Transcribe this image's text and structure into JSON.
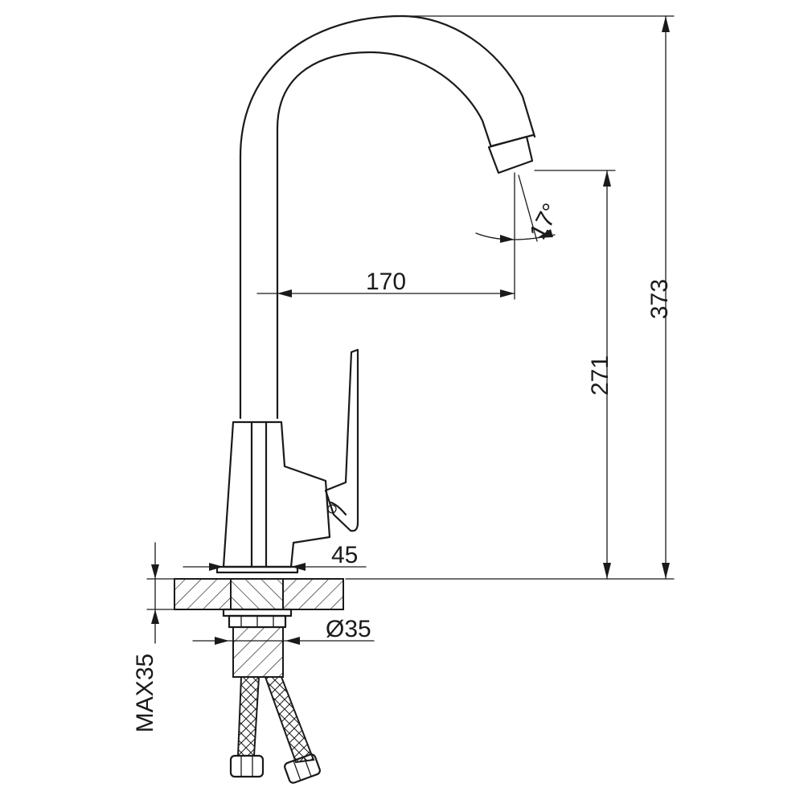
{
  "diagram": {
    "subject": "faucet",
    "dimensions": {
      "total_height": "373",
      "spout_height": "271",
      "spout_reach": "170",
      "spout_angle": "17°",
      "base_width": "45",
      "thread_diameter": "Ø35",
      "max_counter_thickness": "MAX35"
    },
    "colors": {
      "line": "#1a1a1a",
      "background": "#ffffff"
    }
  }
}
